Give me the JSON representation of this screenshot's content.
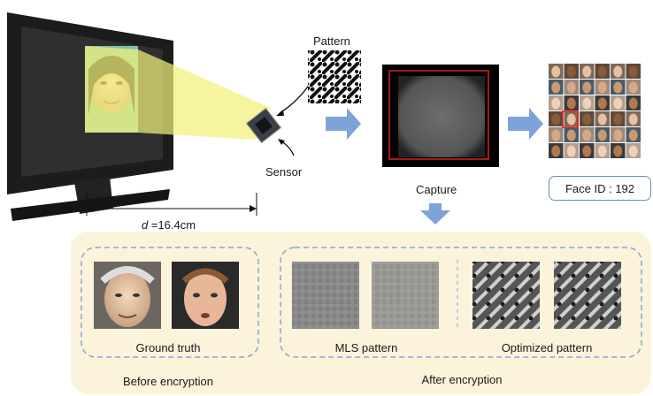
{
  "labels": {
    "pattern": "Pattern",
    "sensor": "Sensor",
    "capture": "Capture",
    "face_id": "Face ID : 192",
    "distance_var": "d",
    "distance_value": " =16.4cm",
    "ground_truth": "Ground truth",
    "mls_pattern": "MLS pattern",
    "optimized_pattern": "Optimized pattern",
    "before_encryption": "Before encryption",
    "after_encryption": "After encryption"
  },
  "colors": {
    "beam": "#f4f07a",
    "arrow": "#7ea3d8",
    "dashed_box": "#8aa4d4",
    "panel_bg": "#fbf3da",
    "capture_border": "#e02020",
    "faceid_border": "#6a8fc4"
  }
}
